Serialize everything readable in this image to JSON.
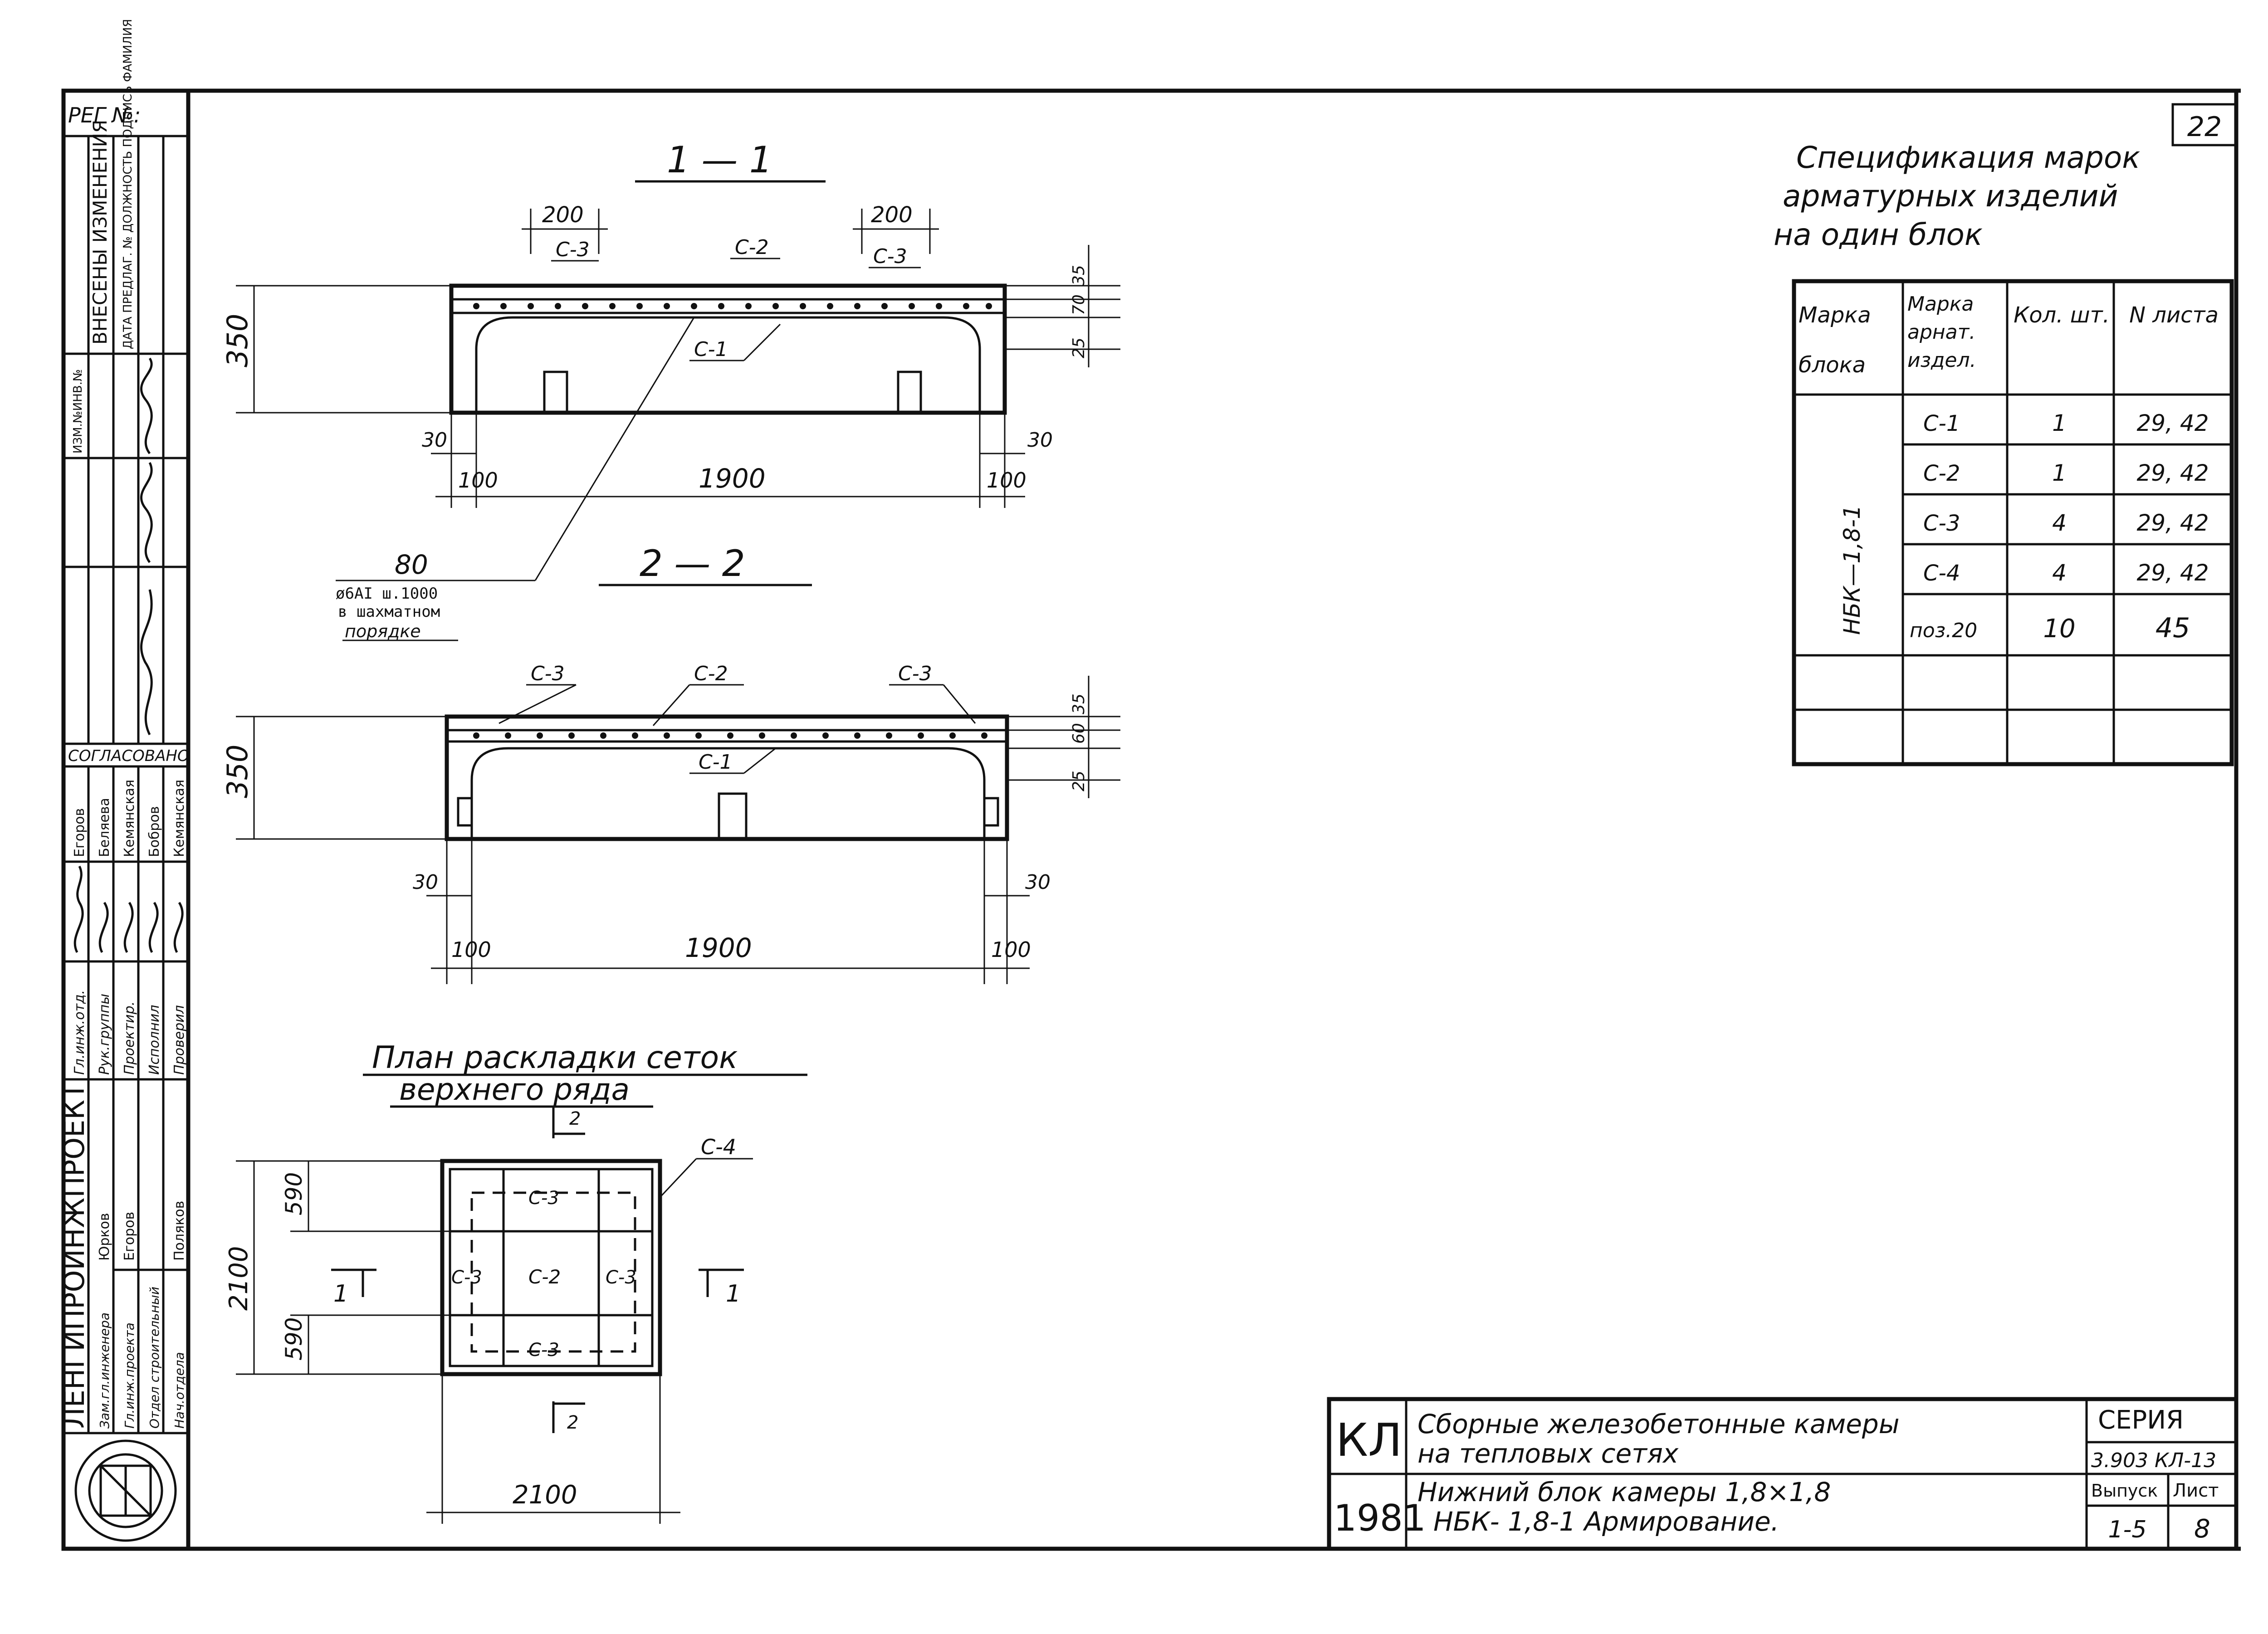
{
  "page_number": "22",
  "stamp": {
    "reg_label": "РЕГ №:",
    "amend_label": "ВНЕСЕНЫ ИЗМЕНЕНИЯ",
    "amend_sub": "ДАТА ПРЕДЛАГ. № ДОЛЖНОСТЬ ПОДПИСЬ ФАМИЛИЯ",
    "amend_no": "ИЗМ.№ИНВ.№",
    "approved_label": "СОГЛАСОВАНО",
    "approved_names": [
      "Егоров",
      "Беляева",
      "Кемянская",
      "Бобров",
      "Кемянская"
    ],
    "roles": [
      "Гл.инж.отд.",
      "Рук.группы",
      "Проектир.",
      "Исполнил",
      "Проверил"
    ],
    "org": "ЛЕНГИПРОИНЖПРОЕКТ",
    "org_roles": [
      "Зам.гл.инженера",
      "Гл.инж.проекта",
      "Отдел строительный",
      "Нач.отдела"
    ],
    "org_names": [
      "Юрков",
      "Егоров",
      "",
      "Поляков"
    ]
  },
  "section_1": {
    "title": "1 — 1",
    "dims": [
      "200",
      "200",
      "350",
      "1900",
      "100",
      "100",
      "30",
      "30",
      "35",
      "70",
      "25"
    ],
    "labels": [
      "С-3",
      "С-2",
      "С-3",
      "С-1"
    ]
  },
  "callout": {
    "value": "80",
    "line1": "ø6AI ш.1000",
    "line2": "в шахматном",
    "line3": "порядке"
  },
  "section_2": {
    "title": "2 — 2",
    "dims": [
      "350",
      "1900",
      "100",
      "100",
      "30",
      "30",
      "35",
      "60",
      "25"
    ],
    "labels": [
      "С-3",
      "С-2",
      "С-3",
      "С-1"
    ]
  },
  "plan": {
    "title_1": "План раскладки сеток",
    "title_2": "верхнего ряда",
    "labels": [
      "С-4",
      "С-3",
      "С-3",
      "С-2",
      "С-3",
      "С-3"
    ],
    "dims": [
      "590",
      "2100",
      "590",
      "2100"
    ],
    "cut_marks": [
      "2",
      "2",
      "1",
      "1"
    ]
  },
  "spec": {
    "title_1": "Спецификация марок",
    "title_2": "арматурных изделий",
    "title_3": "на один блок",
    "headers": [
      "Марка блока",
      "Марка арнат. издел.",
      "Кол. шт.",
      "N листа"
    ],
    "block_mark": "НБК—1,8-1",
    "rows": [
      [
        "С-1",
        "1",
        "29, 42"
      ],
      [
        "С-2",
        "1",
        "29, 42"
      ],
      [
        "С-3",
        "4",
        "29, 42"
      ],
      [
        "С-4",
        "4",
        "29, 42"
      ],
      [
        "поз.20",
        "10",
        "45"
      ],
      [
        "",
        "",
        ""
      ],
      [
        "",
        "",
        ""
      ]
    ]
  },
  "titleblock": {
    "code": "КЛ",
    "year": "1981",
    "line1": "Сборные железобетонные камеры",
    "line2": "на тепловых сетях",
    "line3": "Нижний блок камеры 1,8×1,8",
    "line4": "НБК- 1,8-1 Армирование.",
    "series_label": "СЕРИЯ",
    "series_value": "3.903 КЛ-13",
    "issue_label": "Выпуск",
    "sheet_label": "Лист",
    "issue_value": "1-5",
    "sheet_value": "8"
  }
}
